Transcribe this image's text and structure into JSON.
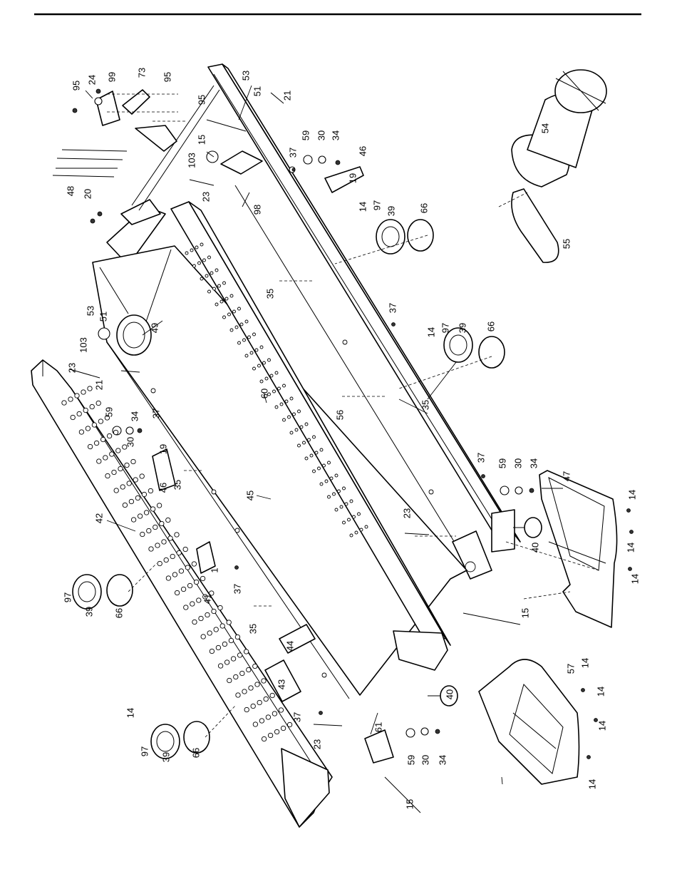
{
  "diagram": {
    "type": "exploded-parts-view",
    "colors": {
      "line": "#000000",
      "background": "#ffffff"
    },
    "callouts": {
      "c1": "95",
      "c2": "24",
      "c3": "99",
      "c4": "73",
      "c5": "95",
      "c6": "53",
      "c7": "51",
      "c8": "21",
      "c9": "95",
      "c10": "15",
      "c11": "103",
      "c12": "37",
      "c13": "59",
      "c14": "30",
      "c15": "34",
      "c16": "46",
      "c17": "19",
      "c18": "23",
      "c19": "98",
      "c20": "48",
      "c21": "20",
      "c22": "14",
      "c23": "97",
      "c24": "39",
      "c25": "66",
      "c26": "54",
      "c27": "55",
      "c28": "35",
      "c29": "53",
      "c30": "51",
      "c31": "49",
      "c32": "103",
      "c33": "37",
      "c34": "14",
      "c35": "97",
      "c36": "39",
      "c37": "66",
      "c38": "23",
      "c39": "21",
      "c40": "60",
      "c41": "59",
      "c42": "34",
      "c43": "37",
      "c44": "30",
      "c45": "19",
      "c46": "35",
      "c47": "56",
      "c48": "46",
      "c49": "35",
      "c50": "45",
      "c51": "37",
      "c52": "59",
      "c53": "30",
      "c54": "34",
      "c55": "47",
      "c56": "42",
      "c57": "14",
      "c58": "23",
      "c59": "40",
      "c60": "14",
      "c61": "14",
      "c62": "1",
      "c63": "41",
      "c64": "37",
      "c65": "97",
      "c66": "39",
      "c67": "66",
      "c68": "35",
      "c69": "15",
      "c70": "44",
      "c71": "57",
      "c72": "14",
      "c73": "40",
      "c74": "14",
      "c75": "14",
      "c76": "43",
      "c77": "37",
      "c78": "61",
      "c79": "23",
      "c80": "59",
      "c81": "30",
      "c82": "34",
      "c83": "14",
      "c84": "97",
      "c85": "39",
      "c86": "66",
      "c87": "15",
      "c88": "14"
    }
  }
}
